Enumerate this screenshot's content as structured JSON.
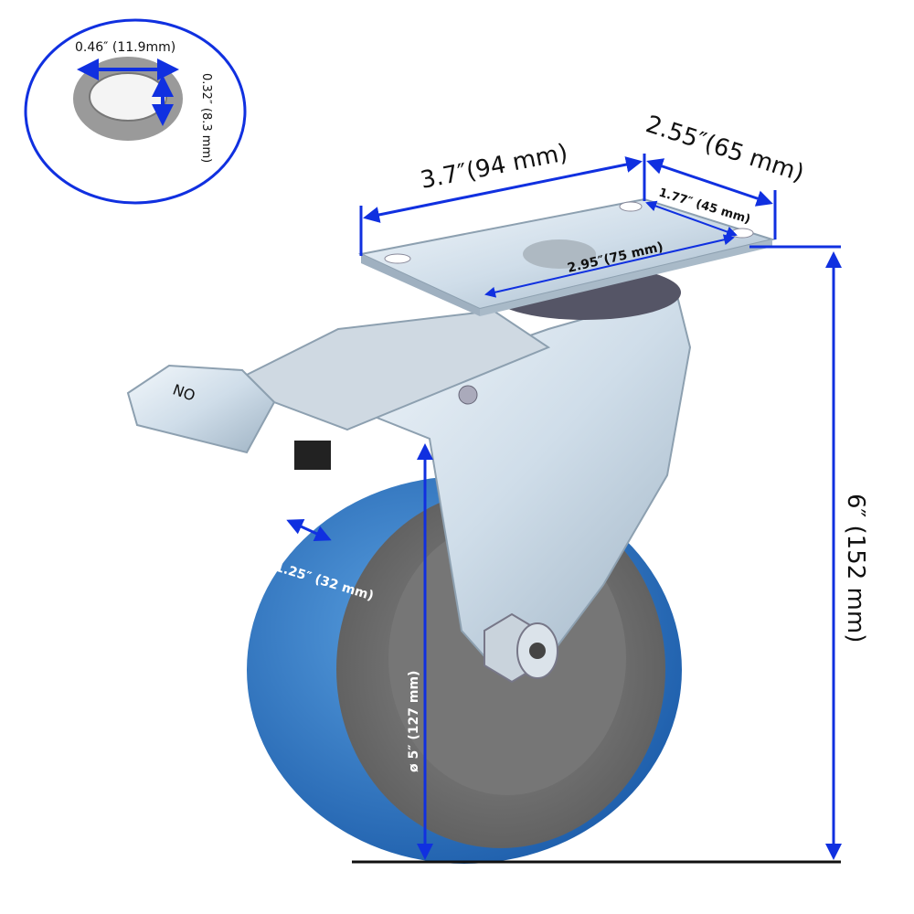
{
  "hole_inset": {
    "width_label": "0.46″ (11.9mm)",
    "height_label": "0.32″ (8.3 mm)"
  },
  "plate": {
    "length_label": "3.7″(94 mm)",
    "width_label": "2.55″(65 mm)",
    "hole_width_label": "1.77″ (45 mm)",
    "hole_length_label": "2.95″(75 mm)"
  },
  "wheel": {
    "tread_width_label": "1.25″ (32 mm)",
    "diameter_label": "ø 5″ (127 mm)"
  },
  "overall": {
    "height_label": "6″ (152 mm)"
  },
  "brake": {
    "pedal_text": "ON"
  },
  "colors": {
    "arrow": "#1030e0",
    "wheel": "#2a78c8",
    "hub": "#6e6e6e",
    "metal": "#d8e4ee"
  }
}
